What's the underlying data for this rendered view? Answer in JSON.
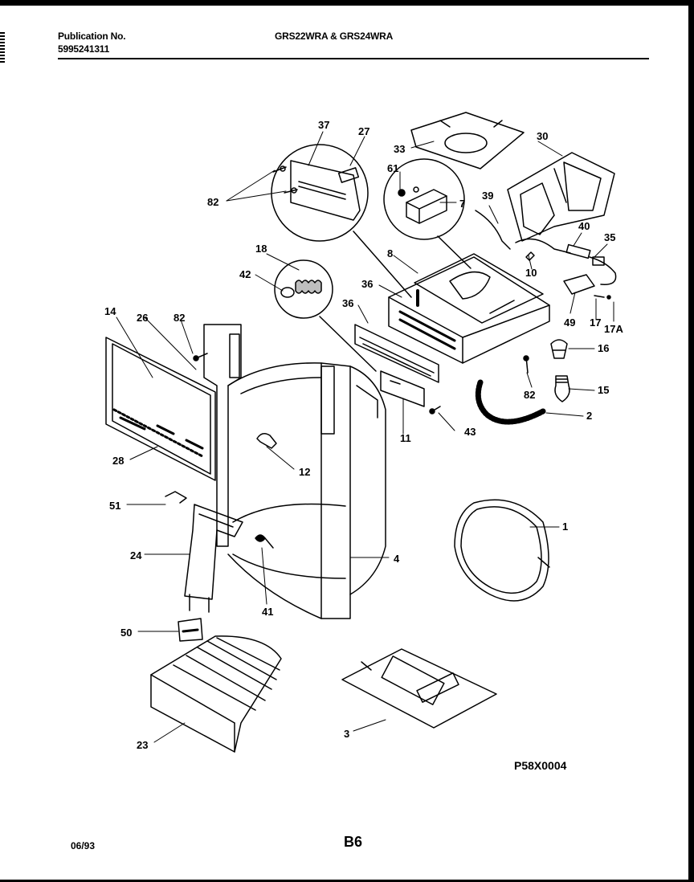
{
  "header": {
    "publication_label": "Publication No.",
    "publication_number": "5995241311",
    "models": "GRS22WRA & GRS24WRA"
  },
  "diagram": {
    "callouts": [
      "37",
      "27",
      "82",
      "33",
      "30",
      "61",
      "7",
      "39",
      "40",
      "35",
      "18",
      "42",
      "8",
      "36",
      "36",
      "14",
      "26",
      "82",
      "10",
      "49",
      "17",
      "17A",
      "16",
      "82",
      "15",
      "2",
      "11",
      "43",
      "28",
      "12",
      "1",
      "51",
      "24",
      "4",
      "41",
      "50",
      "23",
      "3"
    ],
    "code": "P58X0004"
  },
  "footer": {
    "date": "06/93",
    "page": "B6"
  }
}
